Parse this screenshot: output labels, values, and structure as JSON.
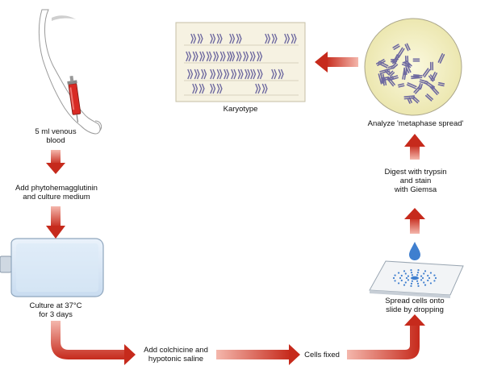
{
  "steps": {
    "blood": "5 ml venous\nblood",
    "add_pha": "Add phytohemagglutinin\nand culture medium",
    "culture": "Culture at 37°C\nfor 3 days",
    "colchicine": "Add colchicine and\nhypotonic saline",
    "fixed": "Cells fixed",
    "spread": "Spread cells onto\nslide by dropping",
    "digest": "Digest with trypsin\nand stain\nwith Giemsa",
    "analyze": "Analyze 'metaphase spread'",
    "karyotype": "Karyotype"
  },
  "colors": {
    "arrow_dark": "#c62a1c",
    "arrow_light": "#f4b7ac",
    "flask_fill": "#dbe9f6",
    "karyotype_bg": "#f6f2e2",
    "chromosome": "#6f6aa0",
    "spread_bg": "#f4f1c8",
    "slide_blue": "#3f7fcf"
  },
  "icons": [
    "arm-icon",
    "syringe-icon",
    "flask-icon",
    "slide-icon",
    "dropper-drop-icon",
    "metaphase-spread-icon",
    "karyotype-chart-icon"
  ]
}
